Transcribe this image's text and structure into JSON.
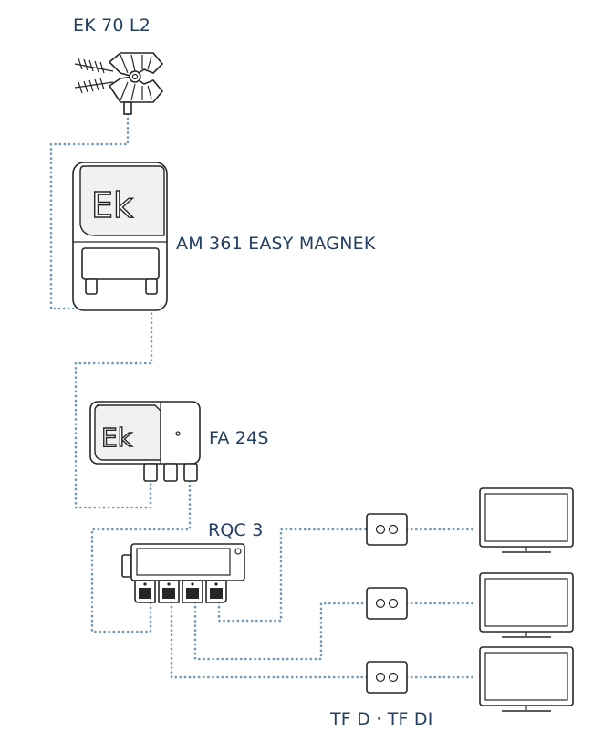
{
  "labels": {
    "antenna": "EK 70 L2",
    "amplifier": "AM 361 EASY MAGNEK",
    "splitter": "FA 24S",
    "switch": "RQC 3",
    "outlets": "TF D · TF DI"
  },
  "logo_text": "Ek",
  "icons": {
    "antenna": "uhf-antenna-icon",
    "amplifier": "amplifier-icon",
    "splitter": "splitter-icon",
    "switch": "multiswitch-icon",
    "outlet": "wall-outlet-icon",
    "tv": "tv-monitor-icon"
  },
  "colors": {
    "label": "#243f63",
    "cable": "#6f97b8",
    "outline": "#262626"
  }
}
